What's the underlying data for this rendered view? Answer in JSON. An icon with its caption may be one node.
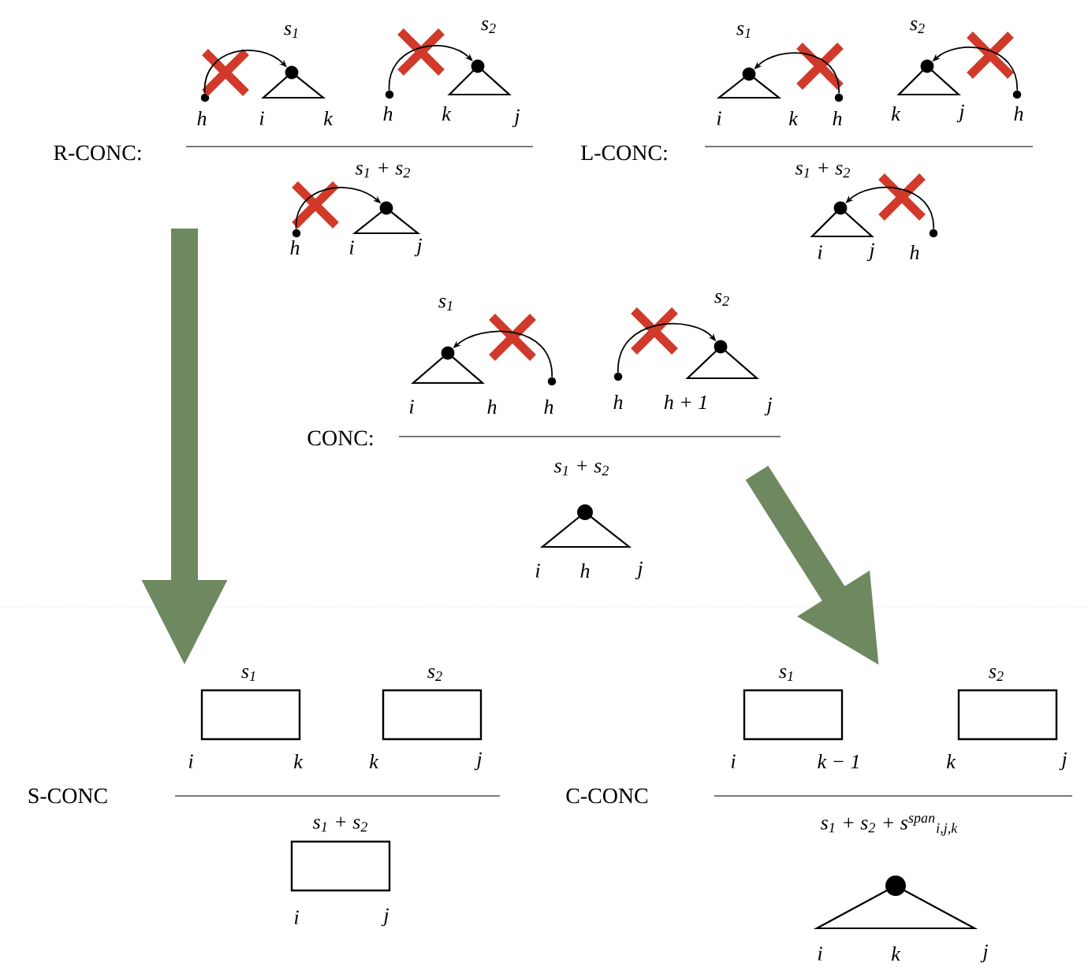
{
  "diagram": {
    "nodes": [
      {
        "text": [
          "R-CONC:"
        ]
      },
      {
        "text": [],
        "shape": "circle",
        "in": 0
      },
      {
        "text": [],
        "shape": "triangle",
        "in": 0
      },
      {
        "text": [],
        "shape": "circle",
        "in": 0
      },
      {
        "text": [],
        "shape": "triangle",
        "in": 0
      },
      {
        "text": [],
        "shape": "circle",
        "in": 0
      },
      {
        "text": [],
        "shape": "triangle",
        "in": 0
      },
      {
        "text": [
          "L-CONC:"
        ]
      },
      {
        "text": [],
        "shape": "triangle",
        "in": 7
      },
      {
        "text": [],
        "shape": "circle",
        "in": 7
      },
      {
        "text": [],
        "shape": "triangle",
        "in": 7
      },
      {
        "text": [],
        "shape": "circle",
        "in": 7
      },
      {
        "text": [],
        "shape": "triangle",
        "in": 7
      },
      {
        "text": [],
        "shape": "circle",
        "in": 7
      },
      {
        "text": [
          "CONC:"
        ]
      },
      {
        "text": [],
        "shape": "triangle",
        "in": 14
      },
      {
        "text": [],
        "shape": "circle",
        "in": 14
      },
      {
        "text": [],
        "shape": "circle",
        "in": 14
      },
      {
        "text": [],
        "shape": "triangle",
        "in": 14
      },
      {
        "text": [],
        "shape": "triangle",
        "in": 14
      },
      {
        "text": [
          "S-CONC"
        ]
      },
      {
        "text": [],
        "shape": "box",
        "in": 20
      },
      {
        "text": [],
        "shape": "box",
        "in": 20
      },
      {
        "text": [],
        "shape": "box",
        "in": 20
      },
      {
        "text": [
          "C-CONC"
        ]
      },
      {
        "text": [],
        "shape": "box",
        "in": 24
      },
      {
        "text": [],
        "shape": "box",
        "in": 24
      },
      {
        "text": [],
        "shape": "triangle",
        "in": 24
      }
    ],
    "edges": [
      {
        "from": 0,
        "to": 20,
        "arrow": "to",
        "style": "thick",
        "color": "#6e8960"
      },
      {
        "from": 14,
        "to": 24,
        "arrow": "to",
        "style": "thick",
        "color": "#6e8960"
      },
      {
        "from": 1,
        "to": 2,
        "arrow": "to"
      },
      {
        "from": 3,
        "to": 4,
        "arrow": "to"
      },
      {
        "from": 5,
        "to": 6,
        "arrow": "to"
      },
      {
        "from": 9,
        "to": 8,
        "arrow": "to"
      },
      {
        "from": 11,
        "to": 10,
        "arrow": "to"
      },
      {
        "from": 13,
        "to": 12,
        "arrow": "to"
      },
      {
        "from": 16,
        "to": 15,
        "arrow": "to"
      },
      {
        "from": 17,
        "to": 18,
        "arrow": "to"
      }
    ],
    "labels": [
      "s$_{1}$",
      "s$_{2}$",
      "h",
      "i",
      "k",
      "h",
      "k",
      "j",
      "s$_{1}$ + s$_{2}$",
      "h",
      "i",
      "j",
      "s$_{1}$",
      "s$_{2}$",
      "i",
      "k",
      "h",
      "k",
      "j",
      "h",
      "s$_{1}$ + s$_{2}$",
      "i",
      "j",
      "h",
      "s$_{1}$",
      "s$_{2}$",
      "i",
      "h",
      "h",
      "h",
      "h + 1",
      "j",
      "s$_{1}$ + s$_{2}$",
      "i",
      "h",
      "j",
      "s$_{1}$",
      "s$_{2}$",
      "i",
      "k",
      "k",
      "j",
      "s$_{1}$ + s$_{2}$",
      "i",
      "j",
      "s$_{1}$",
      "s$_{2}$",
      "i",
      "k − 1",
      "k",
      "j",
      "s$_{1}$ + s$_{2}$ + s$^{span}$$_{i,j,k}$",
      "i",
      "k",
      "j"
    ]
  }
}
